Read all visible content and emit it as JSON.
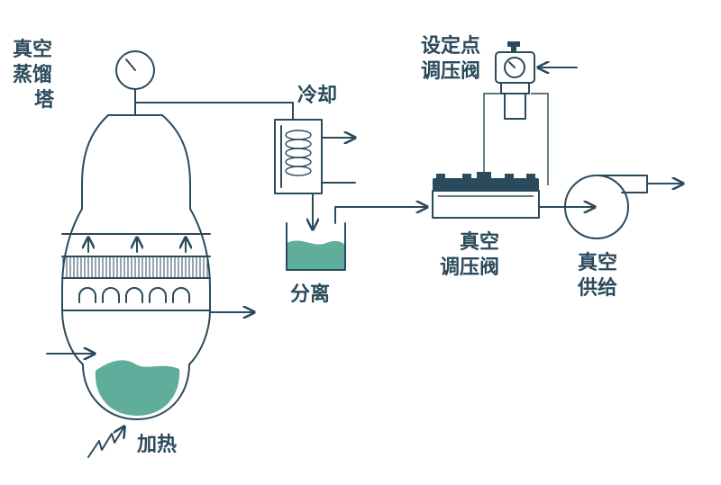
{
  "labels": {
    "column": [
      "真空",
      "蒸馏",
      "塔"
    ],
    "cooling": "冷却",
    "separation": "分离",
    "setpoint_valve": [
      "设定点",
      "调压阀"
    ],
    "vacuum_regulator": [
      "真空",
      "调压阀"
    ],
    "vacuum_supply": [
      "真空",
      "供给"
    ],
    "heating": "加热"
  },
  "colors": {
    "line": "#2b4a5c",
    "liquid": "#5fae9b",
    "background": "#ffffff"
  }
}
